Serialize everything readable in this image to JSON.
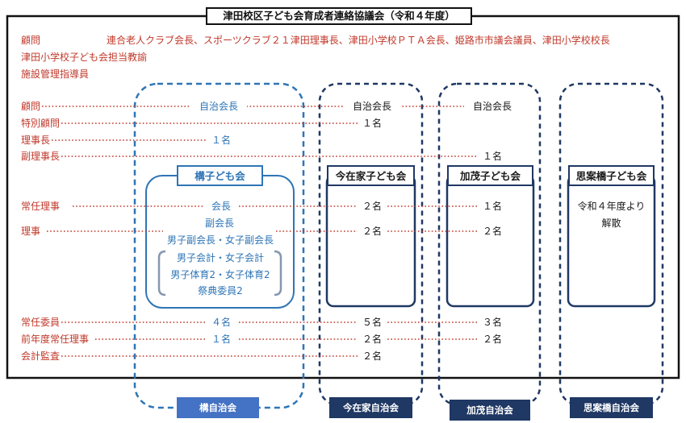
{
  "title": "津田校区子ども会育成者連絡協議会（令和４年度）",
  "advisors": {
    "label": "顧問",
    "line1": "連合老人クラブ会長、スポーツクラブ２１津田理事長、津田小学校ＰＴＡ会長、姫路市市議会議員、津田小学校校長",
    "line2": "津田小学校子ども会担当教諭",
    "line3": "施設管理指導員"
  },
  "row_labels": {
    "komon": "顧問",
    "tokubetsu": "特別顧問",
    "rijicho": "理事長",
    "fukurijicho": "副理事長",
    "joninriji": "常任理事",
    "riji": "理事",
    "joninin": "常任委員",
    "zennendo": "前年度常任理事",
    "kansa": "会計監査"
  },
  "groups": {
    "kamae": {
      "komon": "自治会長",
      "rijicho": "１名",
      "header": "構子ども会",
      "joninriji": "会長",
      "fukukaicho": "副会長",
      "riji": "男子副会長・女子副会長",
      "kaikei": "男子会計・女子会計",
      "taiiku": "男子体育2・女子体育2",
      "saiten": "祭典委員2",
      "joninin": "４名",
      "zennendo": "１名",
      "footer": "構自治会"
    },
    "imazaike": {
      "komon": "自治会長",
      "tokubetsu": "１名",
      "header": "今在家子ども会",
      "joninriji": "２名",
      "riji": "２名",
      "joninin": "５名",
      "zennendo": "２名",
      "kansa": "２名",
      "footer": "今在家自治会"
    },
    "kamo": {
      "komon": "自治会長",
      "fukurijicho": "１名",
      "header": "加茂子ども会",
      "joninriji": "１名",
      "riji": "２名",
      "joninin": "３名",
      "zennendo": "２名",
      "footer": "加茂自治会"
    },
    "shiankyo": {
      "header": "思案橋子ども会",
      "note1": "令和４年度より",
      "note2": "解散",
      "footer": "思案橋自治会"
    }
  },
  "colors": {
    "red": "#c0392b",
    "kamae_blue": "#2e75b6",
    "kamae_footer": "#4472c4",
    "navy": "#1f3864"
  }
}
